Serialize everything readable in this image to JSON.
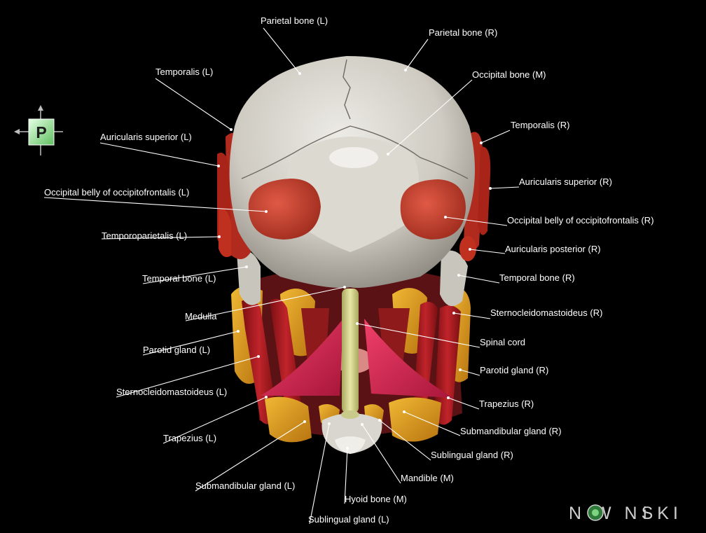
{
  "orientation_marker": {
    "letter": "P"
  },
  "watermark": {
    "text": "N  W NSKI"
  },
  "labels": {
    "parietal_l": "Parietal bone (L)",
    "parietal_r": "Parietal bone (R)",
    "occipital_m": "Occipital bone (M)",
    "temporalis_l": "Temporalis (L)",
    "temporalis_r": "Temporalis (R)",
    "auric_sup_l": "Auricularis superior (L)",
    "auric_sup_r": "Auricularis superior (R)",
    "occip_belly_l": "Occipital belly of occipitofrontalis (L)",
    "occip_belly_r": "Occipital belly of occipitofrontalis (R)",
    "temporoparietalis_l": "Temporoparietalis (L)",
    "auric_post_r": "Auricularis posterior (R)",
    "temporal_bone_l": "Temporal bone (L)",
    "temporal_bone_r": "Temporal bone (R)",
    "medulla": "Medulla",
    "scm_r": "Sternocleidomastoideus (R)",
    "spinal_cord": "Spinal cord",
    "parotid_l": "Parotid gland (L)",
    "parotid_r": "Parotid gland (R)",
    "scm_l": "Sternocleidomastoideus (L)",
    "trapezius_r": "Trapezius (R)",
    "trapezius_l": "Trapezius (L)",
    "submand_r": "Submandibular gland (R)",
    "sublingual_r": "Sublingual gland (R)",
    "mandible_m": "Mandible (M)",
    "submand_l": "Submandibular gland (L)",
    "hyoid_m": "Hyoid bone (M)",
    "sublingual_l": "Sublingual gland (L)"
  },
  "colors": {
    "background": "#000000",
    "bone": "#d6d3cb",
    "muscle": "#b3261e",
    "occipitofrontalis": "#d9503e",
    "gland": "#e5a020",
    "trapezius": "#d8284c",
    "spinal_cord": "#d4d487",
    "label": "#ffffff"
  }
}
